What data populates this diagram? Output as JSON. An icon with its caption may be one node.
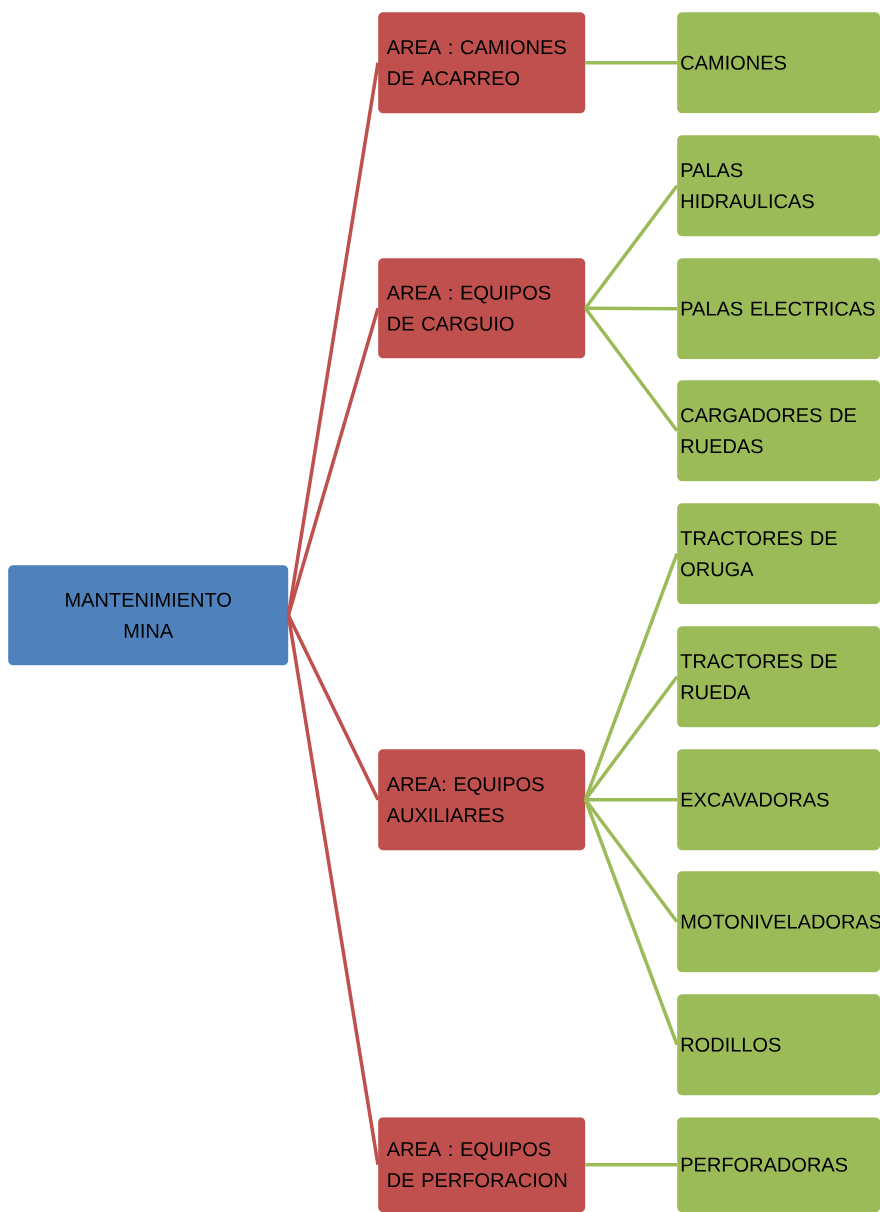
{
  "diagram": {
    "nodes": [
      {
        "text": [
          "MANTENIMIENTO MINA"
        ]
      },
      {
        "text": [
          "AREA : CAMIONES DE ACARREO"
        ]
      },
      {
        "text": [
          "AREA : EQUIPOS DE CARGUIO"
        ]
      },
      {
        "text": [
          "AREA: EQUIPOS AUXILIARES"
        ]
      },
      {
        "text": [
          "AREA : EQUIPOS DE PERFORACION"
        ]
      },
      {
        "text": [
          "CAMIONES"
        ]
      },
      {
        "text": [
          "PALAS HIDRAULICAS"
        ]
      },
      {
        "text": [
          "PALAS ELECTRICAS"
        ]
      },
      {
        "text": [
          "CARGADORES DE RUEDAS"
        ]
      },
      {
        "text": [
          "TRACTORES DE ORUGA"
        ]
      },
      {
        "text": [
          "TRACTORES DE RUEDA"
        ]
      },
      {
        "text": [
          "EXCAVADORAS"
        ]
      },
      {
        "text": [
          "MOTONIVELADORAS"
        ]
      },
      {
        "text": [
          "RODILLOS"
        ]
      },
      {
        "text": [
          "PERFORADORAS"
        ]
      }
    ],
    "edges": [
      {
        "from": 0,
        "to": 1,
        "arrow": "none",
        "color": "#c0504d"
      },
      {
        "from": 0,
        "to": 2,
        "arrow": "none",
        "color": "#c0504d"
      },
      {
        "from": 0,
        "to": 3,
        "arrow": "none",
        "color": "#c0504d"
      },
      {
        "from": 0,
        "to": 4,
        "arrow": "none",
        "color": "#c0504d"
      },
      {
        "from": 1,
        "to": 5,
        "arrow": "none"
      },
      {
        "from": 2,
        "to": 6,
        "arrow": "none"
      },
      {
        "from": 2,
        "to": 7,
        "arrow": "none"
      },
      {
        "from": 2,
        "to": 8,
        "arrow": "none"
      },
      {
        "from": 3,
        "to": 9,
        "arrow": "none"
      },
      {
        "from": 3,
        "to": 10,
        "arrow": "none"
      },
      {
        "from": 3,
        "to": 11,
        "arrow": "none"
      },
      {
        "from": 3,
        "to": 12,
        "arrow": "none"
      },
      {
        "from": 3,
        "to": 13,
        "arrow": "none"
      },
      {
        "from": 4,
        "to": 14,
        "arrow": "none"
      }
    ]
  }
}
